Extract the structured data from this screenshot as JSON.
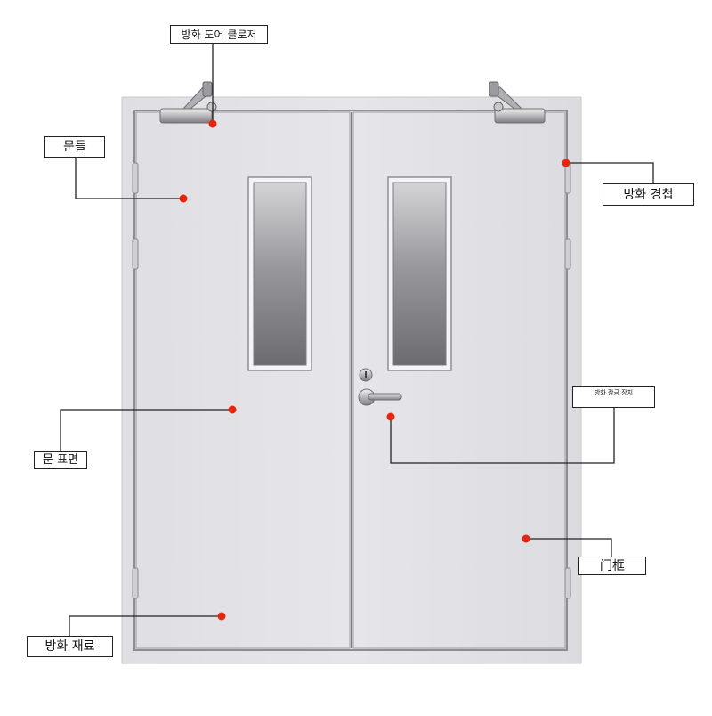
{
  "labels": {
    "door_closer": "방화 도어 클로저",
    "door_frame_left": "문틀",
    "fire_hinge": "방화 경첩",
    "fire_lock": "방화 잠금 장치",
    "door_surface": "문 표면",
    "door_frame_right": "门框",
    "fire_material": "방화 재료"
  },
  "colors": {
    "door": "#e2e2e6",
    "frame_line": "#8c8c92",
    "marker": "#e8250c",
    "leader": "#222222"
  }
}
